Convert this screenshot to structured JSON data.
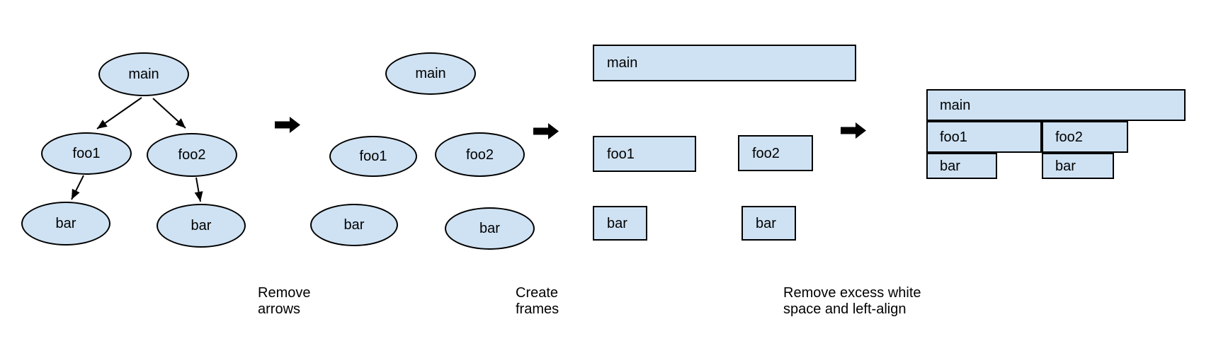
{
  "colors": {
    "background": "#ffffff",
    "node_fill": "#cfe2f3",
    "node_stroke": "#000000",
    "arrow": "#000000",
    "text": "#000000"
  },
  "panels": {
    "call_tree": {
      "nodes": {
        "main": "main",
        "foo1": "foo1",
        "foo2": "foo2",
        "bar_left": "bar",
        "bar_right": "bar"
      }
    },
    "arrows_removed": {
      "nodes": {
        "main": "main",
        "foo1": "foo1",
        "foo2": "foo2",
        "bar_left": "bar",
        "bar_right": "bar"
      }
    },
    "frames": {
      "nodes": {
        "main": "main",
        "foo1": "foo1",
        "foo2": "foo2",
        "bar_left": "bar",
        "bar_right": "bar"
      }
    },
    "flame_graph": {
      "nodes": {
        "main": "main",
        "foo1": "foo1",
        "foo2": "foo2",
        "bar_left": "bar",
        "bar_right": "bar"
      }
    }
  },
  "captions": {
    "step1": {
      "line1": "Remove",
      "line2": "arrows"
    },
    "step2": {
      "line1": "Create",
      "line2": "frames"
    },
    "step3": {
      "line1": "Remove excess white",
      "line2": "space and left-align"
    }
  }
}
